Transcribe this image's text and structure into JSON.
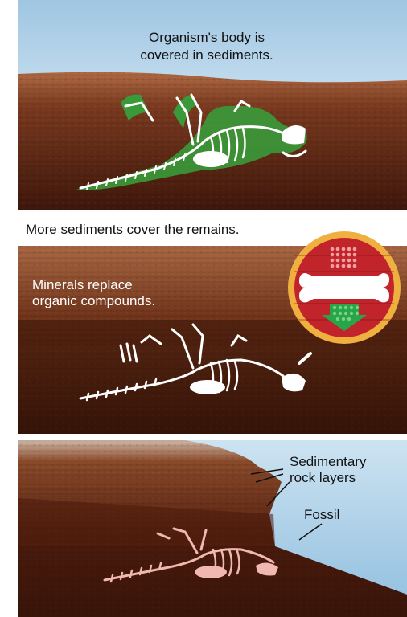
{
  "panels": {
    "top": {
      "caption_line1": "Organism's body is",
      "caption_line2": "covered in sediments."
    },
    "middle": {
      "caption": "More sediments cover the remains.",
      "minerals_line1": "Minerals replace",
      "minerals_line2": "organic compounds."
    },
    "bottom": {
      "rock_line1": "Sedimentary",
      "rock_line2": "rock layers",
      "fossil_label": "Fossil"
    }
  },
  "colors": {
    "sky_top": "#9fc6e2",
    "sky_bottom": "#f2f8fc",
    "soil_dark": "#4a1e10",
    "soil_mid": "#7a3a1f",
    "soil_light": "#a35a33",
    "body_green": "#3a9a3a",
    "bone": "#ffffff",
    "fossil_pink": "#f0b8b0",
    "inset_ring": "#f0b040",
    "inset_red": "#c2242c",
    "arrow_green": "#27a54a"
  }
}
